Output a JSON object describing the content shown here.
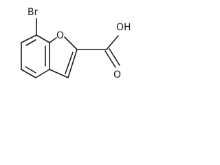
{
  "molecule": {
    "atoms": {
      "bromine": "Br",
      "ring_oxygen": "O",
      "carbonyl_oxygen": "O",
      "hydroxyl": "OH"
    }
  }
}
